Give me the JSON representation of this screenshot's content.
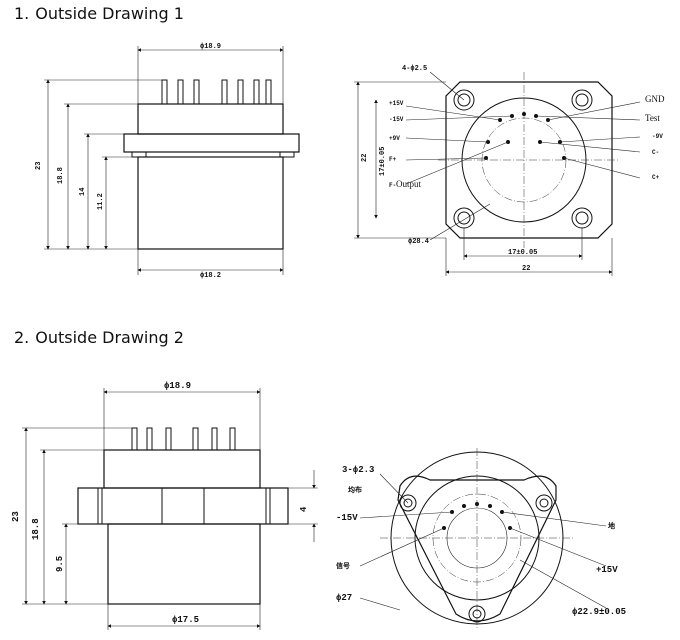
{
  "headings": [
    {
      "number": "1.",
      "title": "Outside Drawing 1"
    },
    {
      "number": "2.",
      "title": "Outside Drawing 2"
    }
  ],
  "drawing1": {
    "side_view": {
      "top_diameter": "ϕ18.9",
      "bottom_diameter": "ϕ18.2",
      "height_total": "23",
      "height_2": "18.8",
      "height_3": "14",
      "height_4": "11.2"
    },
    "top_view": {
      "hole_spec": "4-ϕ2.5",
      "flange_diameter": "ϕ28.4",
      "hole_spacing": "17±0.05",
      "width": "22",
      "height_left": "22",
      "height_inner": "17±0.05",
      "pins": {
        "gnd": "GND",
        "test": "Test",
        "minus9v": "-9V",
        "cminus": "C-",
        "cplus": "C+",
        "plus15v": "+15V",
        "minus15v": "-15V",
        "plus9v": "+9V",
        "fplus": "F+",
        "fminus": "F-",
        "output": "Output"
      }
    }
  },
  "drawing2": {
    "side_view": {
      "top_diameter": "ϕ18.9",
      "bottom_diameter": "ϕ17.5",
      "height_total": "23",
      "height_2": "18.8",
      "height_3": "9.5",
      "flange_thickness": "4"
    },
    "top_view": {
      "hole_spec": "3-ϕ2.3",
      "hole_note": "均布",
      "minus15v": "-15V",
      "signal": "信号",
      "diameter": "ϕ27",
      "ground": "地",
      "plus15v": "+15V",
      "pcd": "ϕ22.9±0.05"
    }
  }
}
